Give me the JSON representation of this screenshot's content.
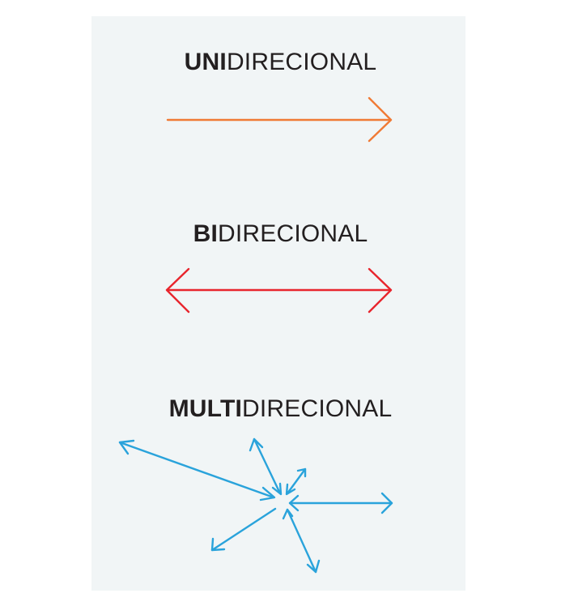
{
  "sections": [
    {
      "bold": "UNI",
      "rest": "DIRECIONAL",
      "color": "#f07a35"
    },
    {
      "bold": "BI",
      "rest": "DIRECIONAL",
      "color": "#e8252d"
    },
    {
      "bold": "MULTI",
      "rest": "DIRECIONAL",
      "color": "#2aa3db"
    }
  ],
  "colors": {
    "panel_background": "#f1f5f6",
    "text": "#231f20"
  }
}
